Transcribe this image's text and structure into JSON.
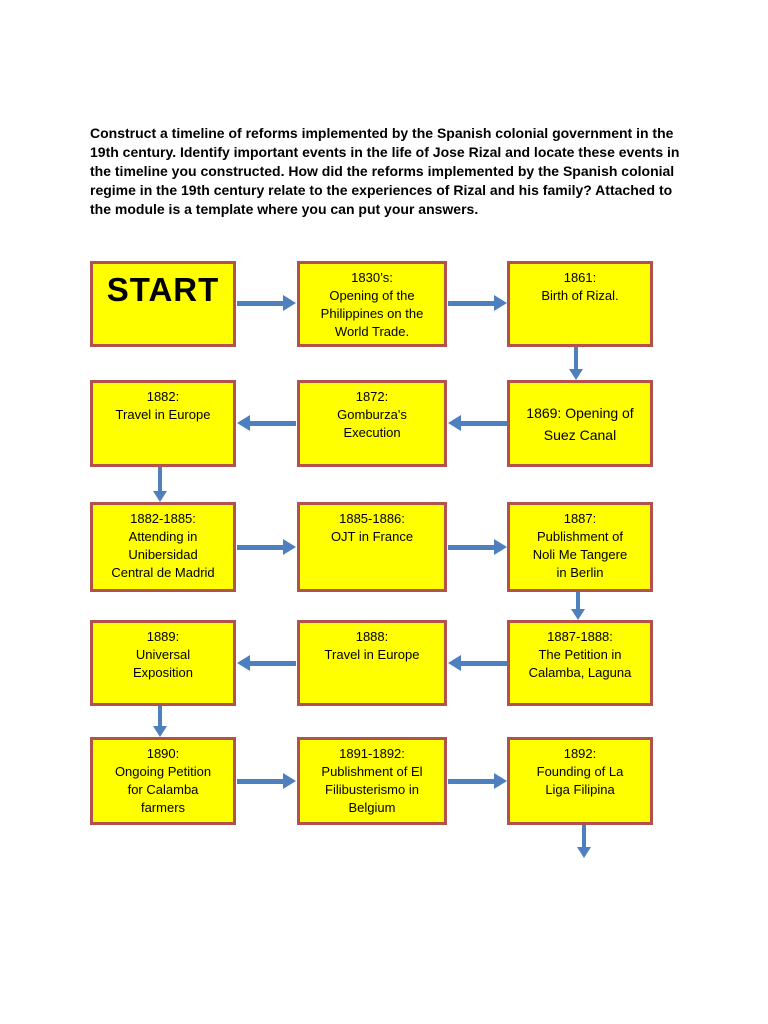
{
  "colors": {
    "box_fill": "#ffff00",
    "box_border": "#b3524c",
    "arrow": "#4e80c0",
    "text": "#000000"
  },
  "instructions": "Construct a timeline of reforms implemented by the Spanish colonial government in the 19th century. Identify important events in the life of Jose Rizal and locate these events in the timeline you constructed. How did the reforms implemented by the Spanish colonial regime in the 19th century relate to the experiences of Rizal and his family? Attached to the module is a template where you can put your answers.",
  "flowchart": {
    "boxes": [
      {
        "id": "start",
        "text": "START"
      },
      {
        "id": "1830s",
        "text": "1830’s:\nOpening of the\nPhilippines on the\nWorld Trade."
      },
      {
        "id": "1861",
        "text": "1861:\nBirth of Rizal."
      },
      {
        "id": "1882-travel",
        "text": "1882:\nTravel in Europe"
      },
      {
        "id": "1872",
        "text": "1872:\nGomburza's\nExecution"
      },
      {
        "id": "1869",
        "text": "1869: Opening of\nSuez Canal"
      },
      {
        "id": "1882-1885",
        "text": "1882-1885:\nAttending in\nUnibersidad\nCentral de Madrid"
      },
      {
        "id": "1885-1886",
        "text": "1885-1886:\nOJT in France"
      },
      {
        "id": "1887",
        "text": "1887:\nPublishment of\nNoli Me Tangere\nin Berlin"
      },
      {
        "id": "1889",
        "text": "1889:\nUniversal\nExposition"
      },
      {
        "id": "1888",
        "text": "1888:\nTravel in Europe"
      },
      {
        "id": "1887-1888",
        "text": "1887-1888:\nThe Petition in\nCalamba, Laguna"
      },
      {
        "id": "1890",
        "text": "1890:\nOngoing Petition\nfor Calamba\nfarmers"
      },
      {
        "id": "1891-1892",
        "text": "1891-1892:\nPublishment of El\nFilibusterismo in\nBelgium"
      },
      {
        "id": "1892",
        "text": "1892:\nFounding of La\nLiga Filipina"
      }
    ],
    "connections": [
      {
        "from": "start",
        "to": "1830s",
        "direction": "right"
      },
      {
        "from": "1830s",
        "to": "1861",
        "direction": "right"
      },
      {
        "from": "1861",
        "to": "1869",
        "direction": "down"
      },
      {
        "from": "1869",
        "to": "1872",
        "direction": "left"
      },
      {
        "from": "1872",
        "to": "1882-travel",
        "direction": "left"
      },
      {
        "from": "1882-travel",
        "to": "1882-1885",
        "direction": "down"
      },
      {
        "from": "1882-1885",
        "to": "1885-1886",
        "direction": "right"
      },
      {
        "from": "1885-1886",
        "to": "1887",
        "direction": "right"
      },
      {
        "from": "1887",
        "to": "1887-1888",
        "direction": "down"
      },
      {
        "from": "1887-1888",
        "to": "1888",
        "direction": "left"
      },
      {
        "from": "1888",
        "to": "1889",
        "direction": "left"
      },
      {
        "from": "1889",
        "to": "1890",
        "direction": "down"
      },
      {
        "from": "1890",
        "to": "1891-1892",
        "direction": "right"
      },
      {
        "from": "1891-1892",
        "to": "1892",
        "direction": "right"
      },
      {
        "from": "1892",
        "to": "",
        "direction": "down"
      }
    ]
  }
}
